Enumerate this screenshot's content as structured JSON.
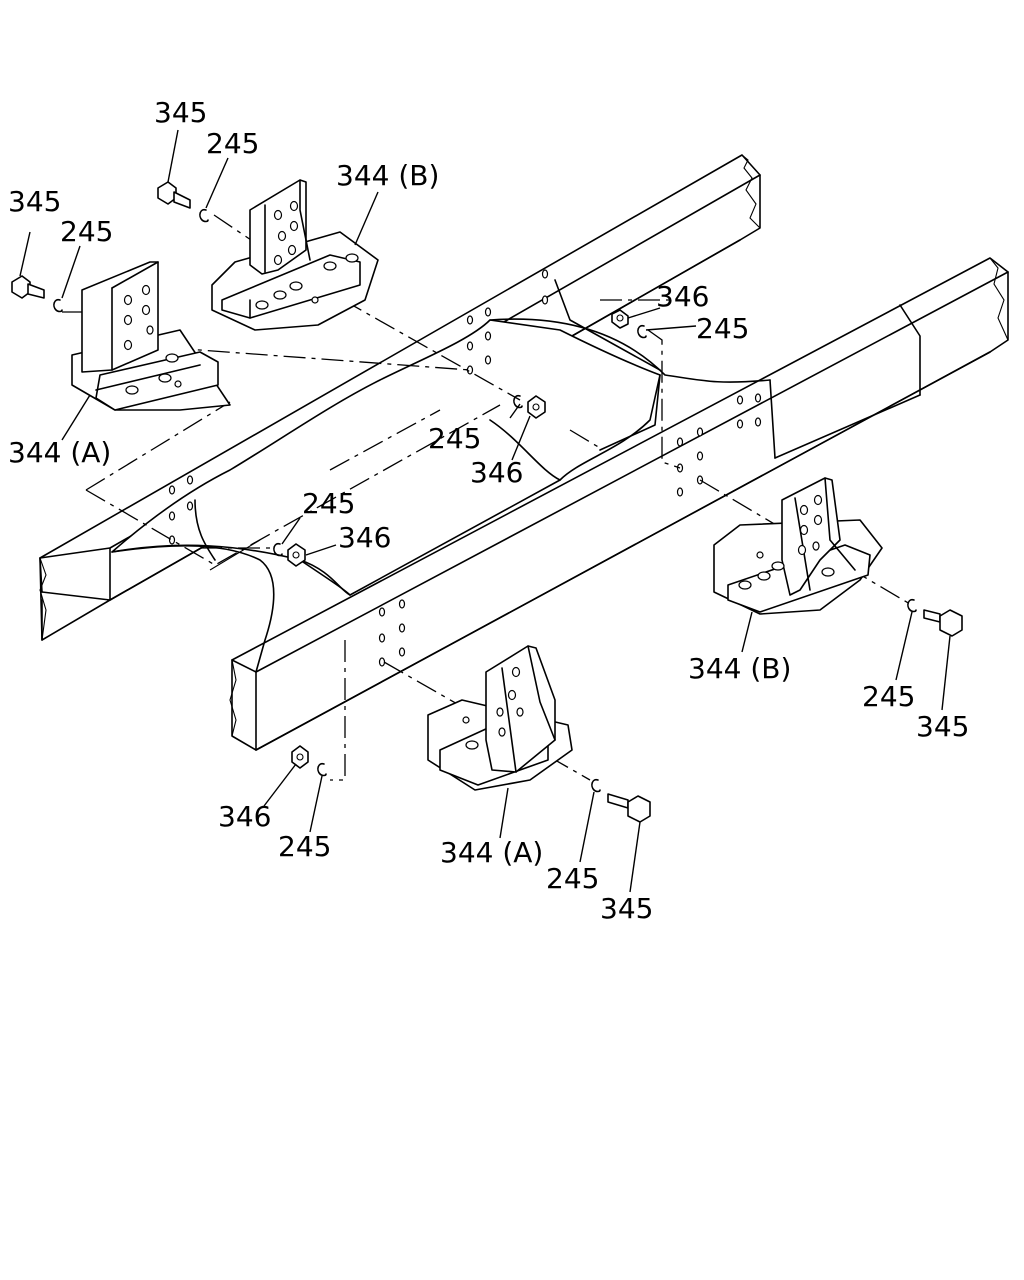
{
  "labels": {
    "bolt_345_a": "345",
    "washer_245_a": "245",
    "bracket_344b_top": "344 (B)",
    "bolt_345_b": "345",
    "washer_245_b": "245",
    "bracket_344a_left": "344 (A)",
    "nut_346_a": "346",
    "washer_245_c": "245",
    "washer_245_d": "245",
    "nut_346_b": "346",
    "washer_245_e": "245",
    "nut_346_c": "346",
    "bracket_344b_right": "344 (B)",
    "washer_245_f": "245",
    "bolt_345_c": "345",
    "nut_346_d": "346",
    "washer_245_g": "245",
    "bracket_344a_bottom": "344 (A)",
    "washer_245_h": "245",
    "bolt_345_d": "345"
  }
}
